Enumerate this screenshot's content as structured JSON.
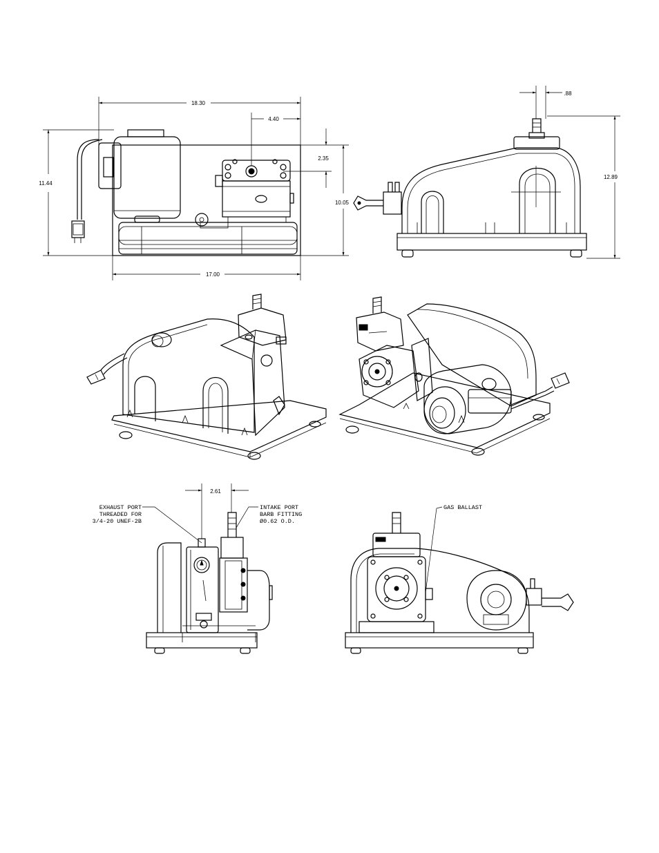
{
  "dimensions": {
    "overall_length": "18.30",
    "motor_offset": "4.40",
    "intake_offset": "2.35",
    "overall_height": "11.44",
    "base_height": "10.05",
    "base_length": "17.00",
    "intake_width": ".88",
    "side_height": "12.89",
    "port_spacing": "2.61"
  },
  "callouts": {
    "exhaust_port": [
      "EXHAUST PORT",
      "THREADED FOR",
      "3/4-20 UNEF-2B"
    ],
    "intake_port": [
      "INTAKE PORT",
      "BARB FITTING",
      "Ø0.62 O.D."
    ],
    "gas_ballast": "GAS BALLAST"
  }
}
